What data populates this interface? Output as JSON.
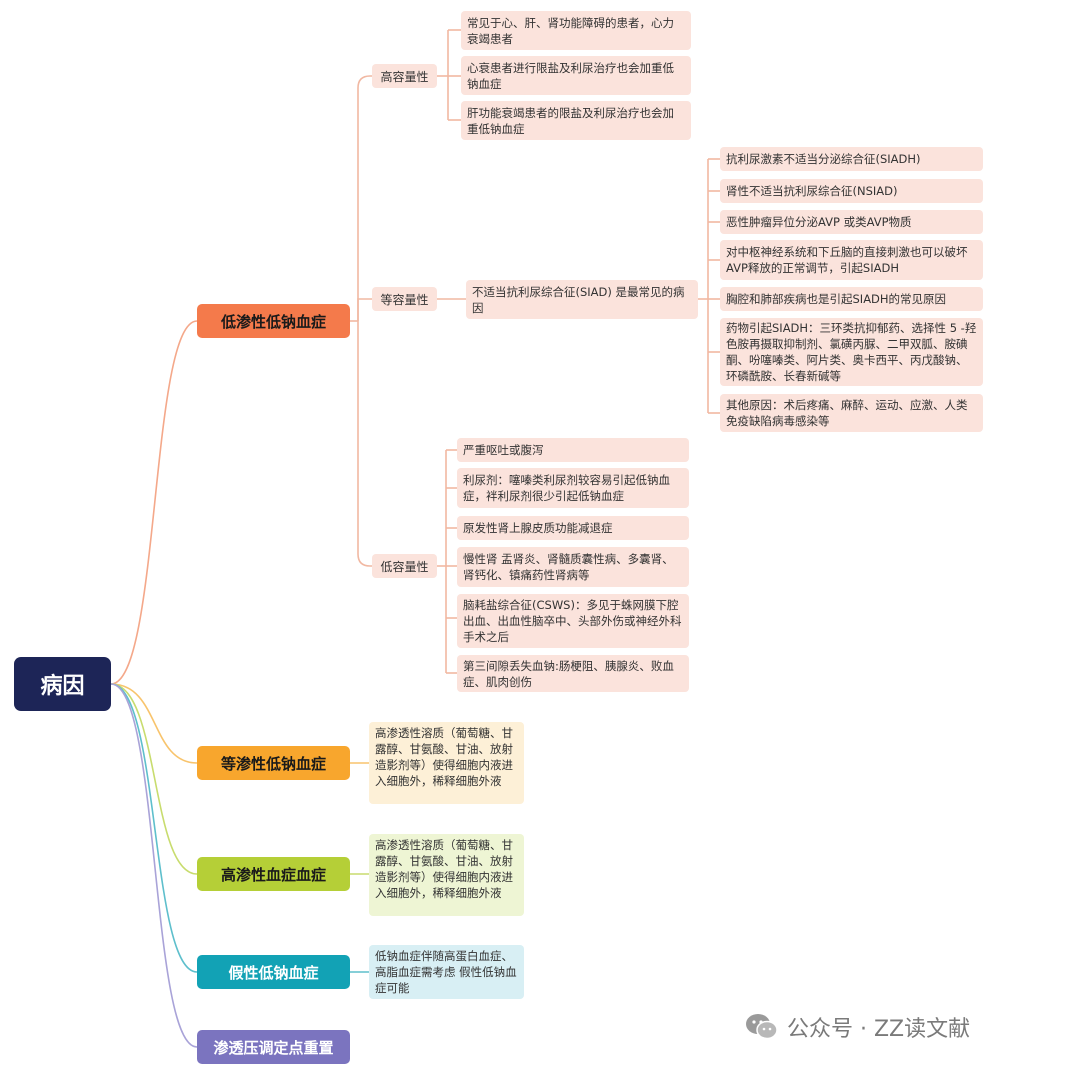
{
  "root": {
    "label": "病因"
  },
  "branches": {
    "b1": {
      "label": "低渗性低钠血症",
      "subs": {
        "high": {
          "label": "高容量性",
          "leaves": [
            "常见于心、肝、肾功能障碍的患者，心力衰竭患者",
            "心衰患者进行限盐及利尿治疗也会加重低钠血症",
            "肝功能衰竭患者的限盐及利尿治疗也会加重低钠血症"
          ]
        },
        "equal": {
          "label": "等容量性",
          "mid": "不适当抗利尿综合征(SIAD) 是最常见的病因",
          "leaves": [
            "抗利尿激素不适当分泌综合征(SIADH)",
            "肾性不适当抗利尿综合征(NSIAD)",
            "恶性肿瘤异位分泌AVP 或类AVP物质",
            "对中枢神经系统和下丘脑的直接刺激也可以破坏AVP释放的正常调节，引起SIADH",
            "胸腔和肺部疾病也是引起SIADH的常见原因",
            "药物引起SIADH：三环类抗抑郁药、选择性 5 -羟色胺再摄取抑制剂、氯磺丙脲、二甲双胍、胺碘酮、吩噻嗪类、阿片类、奥卡西平、丙戊酸钠、环磷酰胺、长春新碱等",
            "其他原因：术后疼痛、麻醉、运动、应激、人类免疫缺陷病毒感染等"
          ]
        },
        "low": {
          "label": "低容量性",
          "leaves": [
            "严重呕吐或腹泻",
            "利尿剂：噻嗪类利尿剂较容易引起低钠血症，袢利尿剂很少引起低钠血症",
            "原发性肾上腺皮质功能减退症",
            "慢性肾 盂肾炎、肾髓质囊性病、多囊肾、肾钙化、镇痛药性肾病等",
            "脑耗盐综合征(CSWS)：多见于蛛网膜下腔出血、出血性脑卒中、头部外伤或神经外科手术之后",
            "第三间隙丢失血钠:肠梗阻、胰腺炎、败血症、肌肉创伤"
          ]
        }
      }
    },
    "b2": {
      "label": "等渗性低钠血症",
      "detail": "高渗透性溶质（葡萄糖、甘露醇、甘氨酸、甘油、放射造影剂等）使得细胞内液进入细胞外，稀释细胞外液"
    },
    "b3": {
      "label": "高渗性血症血症",
      "detail": "高渗透性溶质（葡萄糖、甘露醇、甘氨酸、甘油、放射造影剂等）使得细胞内液进入细胞外，稀释细胞外液"
    },
    "b4": {
      "label": "假性低钠血症",
      "detail": "低钠血症伴随高蛋白血症、高脂血症需考虑 假性低钠血症可能"
    },
    "b5": {
      "label": "渗透压调定点重置"
    }
  },
  "watermark": {
    "text": "公众号 · ZZ读文献",
    "icon": "wechat-icon"
  },
  "colors": {
    "root": "#1d2557",
    "b1": "#f47a4b",
    "b2": "#f8a62d",
    "b3": "#b5cf37",
    "b4": "#12a2b5",
    "b5": "#7b74bf",
    "leaf_b1": "#fbe3dc",
    "leaf_b2": "#fdf0d7",
    "leaf_b3": "#eef5d4",
    "leaf_b4": "#d8eff4"
  }
}
